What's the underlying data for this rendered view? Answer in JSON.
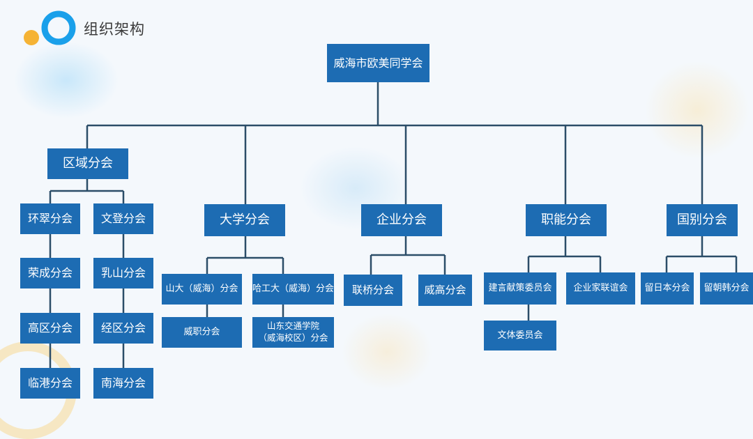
{
  "header": {
    "title": "组织架构"
  },
  "colors": {
    "node_fill": "#1d6cb3",
    "connector": "#2b4d68",
    "background": "#f4f8fc",
    "logo_blue": "#1aa0ea",
    "logo_orange": "#f5b335"
  },
  "logo": {
    "icon": "ring-logo-icon"
  },
  "org": {
    "root": "威海市欧美同学会",
    "regional": {
      "label": "区域分会",
      "left_column": [
        "环翠分会",
        "荣成分会",
        "高区分会",
        "临港分会"
      ],
      "right_column": [
        "文登分会",
        "乳山分会",
        "经区分会",
        "南海分会"
      ]
    },
    "university": {
      "label": "大学分会",
      "sdu": "山大（威海）分会",
      "sdu_sub": "威职分会",
      "hit": "哈工大（威海）分会",
      "hit_sub_line1": "山东交通学院",
      "hit_sub_line2": "（威海校区）分会"
    },
    "enterprise": {
      "label": "企业分会",
      "children": [
        "联桥分会",
        "威高分会"
      ]
    },
    "functional": {
      "label": "职能分会",
      "advisory": "建言献策委员会",
      "advisory_sub": "文体委员会",
      "entrepreneurs": "企业家联谊会"
    },
    "country": {
      "label": "国别分会",
      "children": [
        "留日本分会",
        "留朝韩分会"
      ]
    }
  }
}
